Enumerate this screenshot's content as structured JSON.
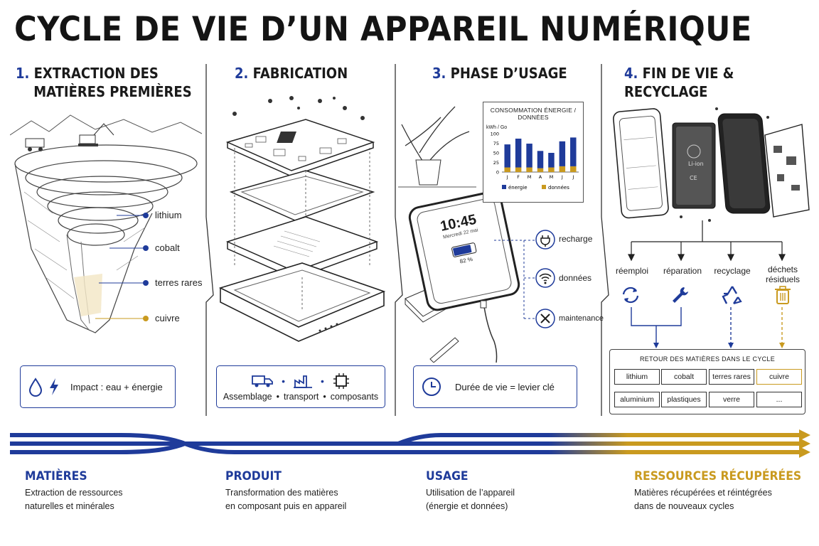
{
  "title": "CYCLE DE VIE D’UN APPAREIL NUMÉRIQUE",
  "colors": {
    "blue": "#1f3b9a",
    "gold": "#c99a1f",
    "ink": "#1a1a1a"
  },
  "sections": [
    {
      "num": "1.",
      "line1": "EXTRACTION DES",
      "line2": "MATIÈRES PREMIÈRES"
    },
    {
      "num": "2.",
      "line1": "FABRICATION",
      "line2": ""
    },
    {
      "num": "3.",
      "line1": "PHASE D’USAGE",
      "line2": ""
    },
    {
      "num": "4.",
      "line1": "FIN DE VIE & RECYCLAGE",
      "line2": ""
    }
  ],
  "minerals": [
    "lithium",
    "cobalt",
    "terres rares",
    "cuivre"
  ],
  "impact_box": {
    "text": "Impact : eau + énergie",
    "icons": [
      "water-drop-icon",
      "lightning-icon"
    ]
  },
  "fabrication_box": {
    "items": [
      "Assemblage",
      "transport",
      "composants"
    ],
    "sep": "•",
    "icons": [
      "truck-icon",
      "factory-icon",
      "chip-icon"
    ]
  },
  "usage_box": {
    "text": "Durée de vie = levier clé",
    "icon": "clock-icon"
  },
  "phone": {
    "time": "10:45",
    "date": "Mercredi 22 mai",
    "battery": "82 %",
    "battery_level": 0.82
  },
  "usage_items": [
    "recharge",
    "données",
    "maintenance"
  ],
  "chart_data": {
    "type": "bar",
    "title": "CONSOMMATION ÉNERGIE / DONNÉES",
    "ylabel": "kWh / Go",
    "categories": [
      "J",
      "F",
      "M",
      "A",
      "M",
      "J",
      "J"
    ],
    "yticks": [
      "100",
      "75",
      "50",
      "25",
      "0"
    ],
    "ylim": [
      0,
      100
    ],
    "series": [
      {
        "name": "énergie",
        "values": [
          60,
          75,
          62,
          45,
          38,
          65,
          75
        ]
      },
      {
        "name": "données",
        "values": [
          12,
          12,
          12,
          10,
          12,
          15,
          15
        ]
      }
    ],
    "legend": "bottom"
  },
  "eol_options": [
    "réemploi",
    "réparation",
    "recyclage",
    "déchets résiduels"
  ],
  "eol_icons": [
    "refresh-icon",
    "wrench-icon",
    "recycle-icon",
    "trash-icon"
  ],
  "battery_label": "Li-ion",
  "battery_mark": "CE",
  "return_box": {
    "title": "RETOUR DES MATIÈRES DANS LE CYCLE",
    "chips": [
      "lithium",
      "cobalt",
      "terres rares",
      "cuivre",
      "aluminium",
      "plastiques",
      "verre",
      "..."
    ]
  },
  "bottom": [
    {
      "title": "MATIÈRES",
      "line1": "Extraction de ressources",
      "line2": "naturelles et minérales",
      "color": "#1f3b9a"
    },
    {
      "title": "PRODUIT",
      "line1": "Transformation des matières",
      "line2": "en composant puis en appareil",
      "color": "#1f3b9a"
    },
    {
      "title": "USAGE",
      "line1": "Utilisation de l’appareil",
      "line2": "(énergie et données)",
      "color": "#1f3b9a"
    },
    {
      "title": "RESSOURCES RÉCUPÉRÉES",
      "line1": "Matières récupérées et réintégrées",
      "line2": "dans de nouveaux cycles",
      "color": "#c99a1f"
    }
  ]
}
